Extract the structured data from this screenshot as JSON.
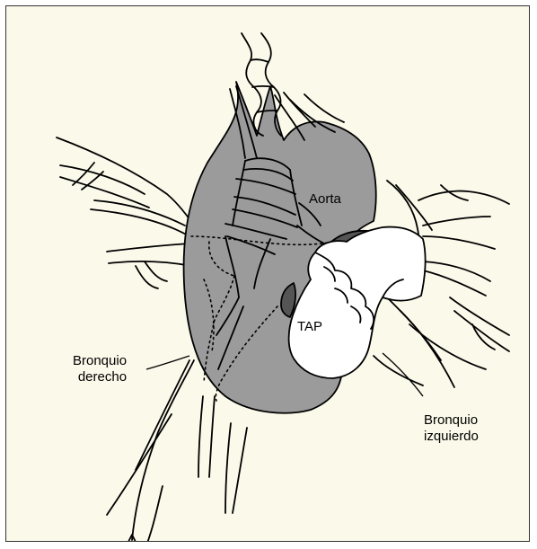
{
  "labels": {
    "aorta": "Aorta",
    "tap": "TAP",
    "bronquio_derecho_1": "Bronquio",
    "bronquio_derecho_2": "derecho",
    "bronquio_izquierdo_1": "Bronquio",
    "bronquio_izquierdo_2": "izquierdo"
  },
  "colors": {
    "background": "#fbf9ea",
    "heart": "#9b9b9b",
    "vessel_dark": "#555555",
    "outline": "#000000"
  }
}
